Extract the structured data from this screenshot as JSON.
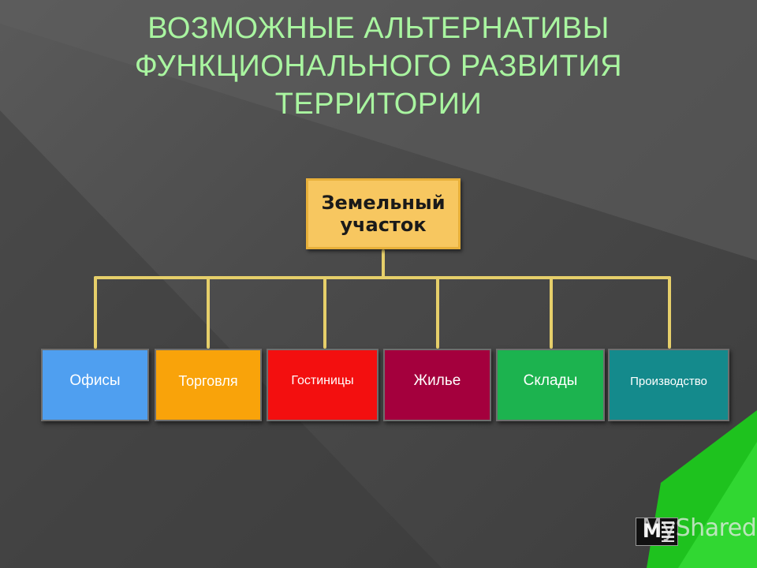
{
  "slide": {
    "title_lines": [
      "ВОЗМОЖНЫЕ АЛЬТЕРНАТИВЫ",
      "ФУНКЦИОНАЛЬНОГО РАЗВИТИЯ",
      "ТЕРРИТОРИИ"
    ],
    "colors": {
      "title": "#a9f5a0",
      "root": "#f7c760",
      "connector": "#e6cf6a",
      "accent_green": "#1ec21e"
    }
  },
  "tree": {
    "root_label": "Земельный участок",
    "children": [
      {
        "label": "Офисы",
        "color": "#4f9ff0"
      },
      {
        "label": "Торговля",
        "color": "#f9a30a"
      },
      {
        "label": "Гостиницы",
        "color": "#f30f0f"
      },
      {
        "label": "Жилье",
        "color": "#a4003d"
      },
      {
        "label": "Склады",
        "color": "#1cb34f"
      },
      {
        "label": "Производство",
        "color": "#148a8c"
      }
    ]
  },
  "watermark": {
    "text": "MyShared",
    "logo_letter": "M"
  }
}
